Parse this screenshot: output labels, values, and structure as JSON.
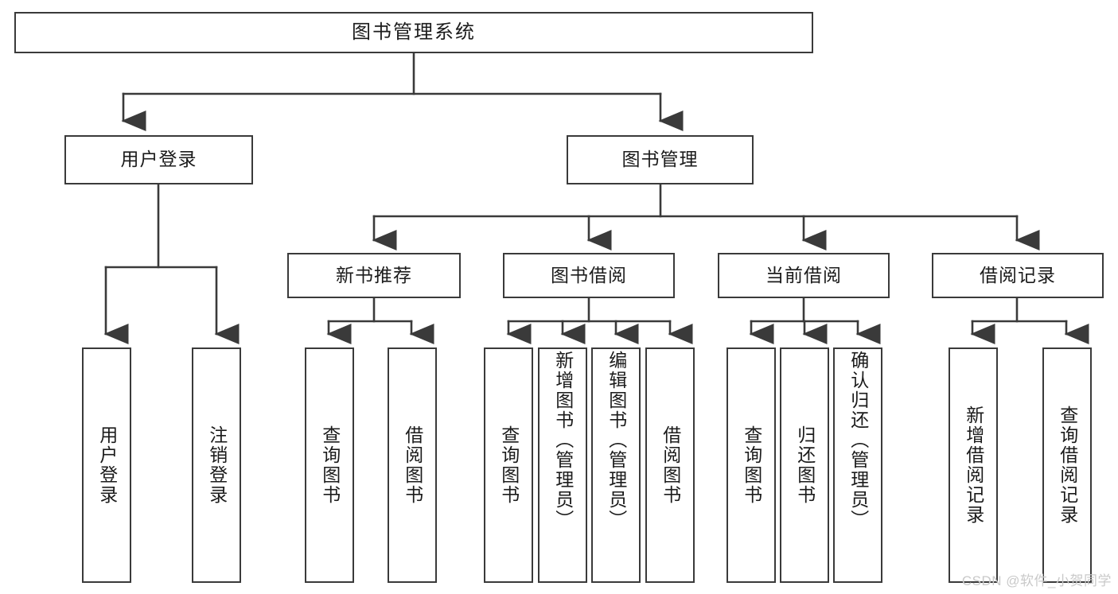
{
  "diagram": {
    "type": "tree-hierarchy",
    "title": "图书管理系统",
    "root": {
      "label": "图书管理系统"
    },
    "level2": [
      {
        "label": "用户登录"
      },
      {
        "label": "图书管理"
      }
    ],
    "level3": [
      {
        "label": "新书推荐"
      },
      {
        "label": "图书借阅"
      },
      {
        "label": "当前借阅"
      },
      {
        "label": "借阅记录"
      }
    ],
    "leaves": {
      "user_login": [
        {
          "label": "用户登录"
        },
        {
          "label": "注销登录"
        }
      ],
      "new_book_recommend": [
        {
          "label": "查询图书"
        },
        {
          "label": "借阅图书"
        }
      ],
      "book_borrow": [
        {
          "label": "查询图书"
        },
        {
          "label": "新增图书（管理员）"
        },
        {
          "label": "编辑图书（管理员）"
        },
        {
          "label": "借阅图书"
        }
      ],
      "current_borrow": [
        {
          "label": "查询图书"
        },
        {
          "label": "归还图书"
        },
        {
          "label": "确认归还（管理员）"
        }
      ],
      "borrow_record": [
        {
          "label": "新增借阅记录"
        },
        {
          "label": "查询借阅记录"
        }
      ]
    }
  },
  "watermark": {
    "text": "CSDN @软件_小贺同学"
  },
  "colors": {
    "stroke": "#3a3a3a",
    "text": "#1b1b1b",
    "background": "#ffffff",
    "watermark": "#c9c9c9"
  }
}
